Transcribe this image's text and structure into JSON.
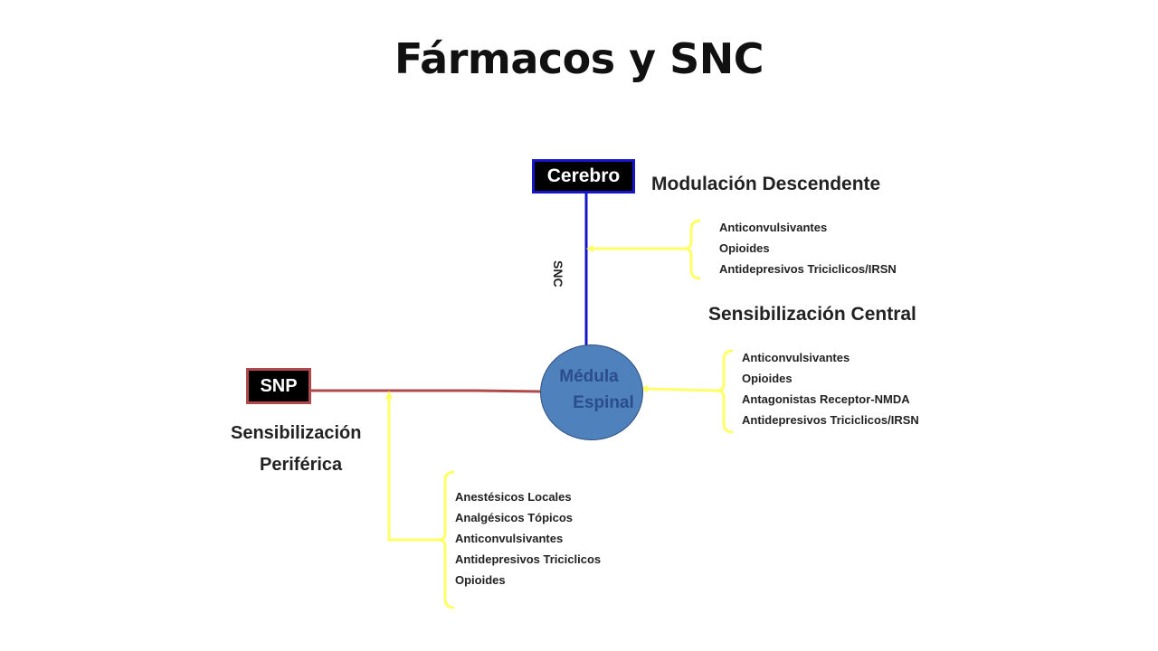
{
  "title": "Fármacos y SNC",
  "nodes": {
    "cerebro": "Cerebro",
    "snp": "SNP",
    "medula_line1": "Médula",
    "medula_line2": "Espinal"
  },
  "axis_label": "SNC",
  "sections": {
    "descending": {
      "heading": "Modulación Descendente",
      "drugs": [
        "Anticonvulsivantes",
        "Opioides",
        "Antidepresivos Triciclicos/IRSN"
      ]
    },
    "central": {
      "heading": "Sensibilización Central",
      "drugs": [
        "Anticonvulsivantes",
        "Opioides",
        "Antagonistas Receptor-NMDA",
        "Antidepresivos Triciclicos/IRSN"
      ]
    },
    "peripheral": {
      "heading_line1": "Sensibilización",
      "heading_line2": "Periférica",
      "drugs": [
        "Anestésicos Locales",
        "Analgésicos Tópicos",
        "Anticonvulsivantes",
        "Antidepresivos Triciclicos",
        "Opioides"
      ]
    }
  },
  "colors": {
    "snc_line": "#1616c8",
    "snp_line": "#b04a4a",
    "arrow": "#ffff66",
    "medula_fill": "#4f81bd"
  }
}
